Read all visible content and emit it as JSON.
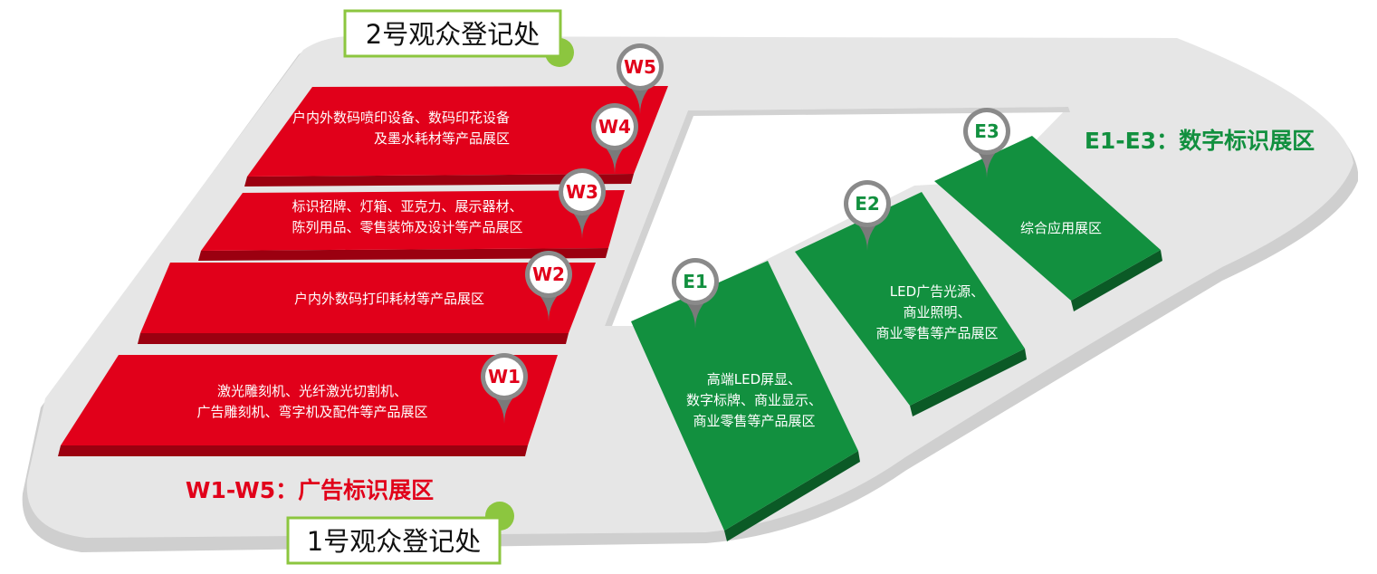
{
  "registration": {
    "r1": "1号观众登记处",
    "r2": "2号观众登记处"
  },
  "zones": {
    "west_title": "W1-W5：广告标识展区",
    "east_title": "E1-E3：数字标识展区"
  },
  "colors": {
    "west": "#e1001a",
    "west_dark": "#9b0010",
    "east": "#12903f",
    "east_dark": "#0b5a26",
    "floor": "#e6e6e6",
    "floor_edge": "#cfcfcf",
    "reg_dot": "#8cc63f"
  },
  "halls": [
    {
      "id": "W1",
      "lines": [
        "激光雕刻机、光纤激光切割机、",
        "广告雕刻机、弯字机及配件等产品展区"
      ]
    },
    {
      "id": "W2",
      "lines": [
        "户内外数码打印耗材等产品展区"
      ]
    },
    {
      "id": "W3",
      "lines": [
        "标识招牌、灯箱、亚克力、展示器材、",
        "陈列用品、零售装饰及设计等产品展区"
      ]
    },
    {
      "id": "W4",
      "lines": [
        "户内外数码喷印设备、数码印花设备",
        "及墨水耗材等产品展区"
      ]
    },
    {
      "id": "W5",
      "lines": []
    },
    {
      "id": "E1",
      "lines": [
        "高端LED屏显、",
        "数字标牌、商业显示、",
        "商业零售等产品展区"
      ]
    },
    {
      "id": "E2",
      "lines": [
        "LED广告光源、",
        "商业照明、",
        "商业零售等产品展区"
      ]
    },
    {
      "id": "E3",
      "lines": [
        "综合应用展区"
      ]
    }
  ]
}
